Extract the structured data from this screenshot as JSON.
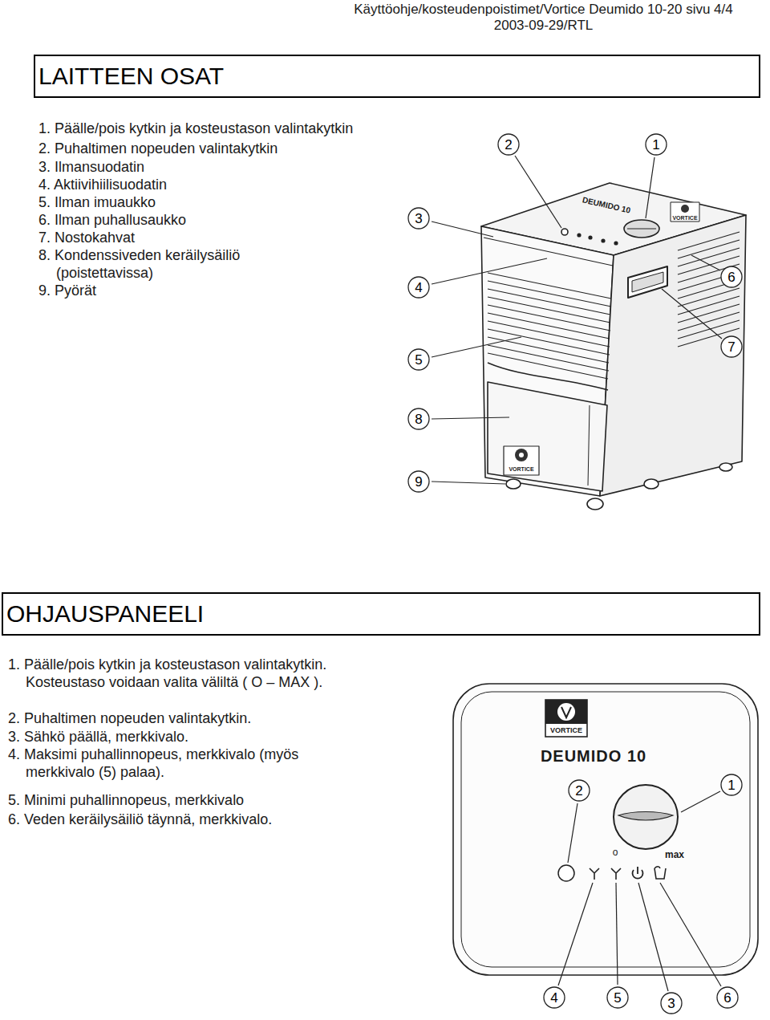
{
  "diagram": {
    "nodes": [
      {
        "text": [
          "LAITTEEN OSAT"
        ]
      },
      {
        "text": [
          "2"
        ]
      },
      {
        "text": [
          "1"
        ]
      },
      {
        "text": [
          "3"
        ]
      },
      {
        "text": [
          "6"
        ]
      },
      {
        "text": [
          "4"
        ]
      },
      {
        "text": [
          "7"
        ]
      },
      {
        "text": [
          "5"
        ]
      },
      {
        "text": [
          "8"
        ]
      },
      {
        "text": [
          "9"
        ]
      },
      {
        "text": [
          "OHJAUSPANEELI"
        ]
      },
      {
        "text": [
          "2"
        ]
      },
      {
        "text": [
          "1"
        ]
      },
      {
        "text": [
          "4"
        ]
      },
      {
        "text": [
          "5"
        ]
      },
      {
        "text": [
          "3"
        ]
      },
      {
        "text": [
          "6"
        ]
      }
    ],
    "labels": [
      "Käyttöohje/kosteudenpoistimet/Vortice Deumido 10-20 sivu 4/4",
      "2003-09-29/RTL",
      "1. Päälle/pois kytkin ja kosteustason valintakytkin",
      "2. Puhaltimen nopeuden valintakytkin",
      "3. Ilmansuodatin",
      "4. Aktiivihiilisuodatin",
      "5. Ilman imuaukko",
      "6. Ilman puhallusaukko",
      "7. Nostokahvat",
      "8. Kondenssiveden keräilysäiliö (poistettavissa)",
      "9. Pyörät",
      "VORTICE",
      "DEUMIDO 10",
      "VORTICE",
      "1. Päälle/pois kytkin ja kosteustason valintakytkin. Kosteustaso voidaan valita väliltä ( O – MAX ).",
      "2. Puhaltimen nopeuden valintakytkin.",
      "3. Sähkö päällä, merkkivalo.",
      "4. Maksimi puhallinnopeus, merkkivalo (myös merkkivalo (5) palaa).",
      "5. Minimi puhallinnopeus, merkkivalo",
      "6. Veden keräilysäiliö täynnä, merkkivalo.",
      "VORTICE",
      "DEUMIDO 10",
      "o",
      "max"
    ]
  }
}
